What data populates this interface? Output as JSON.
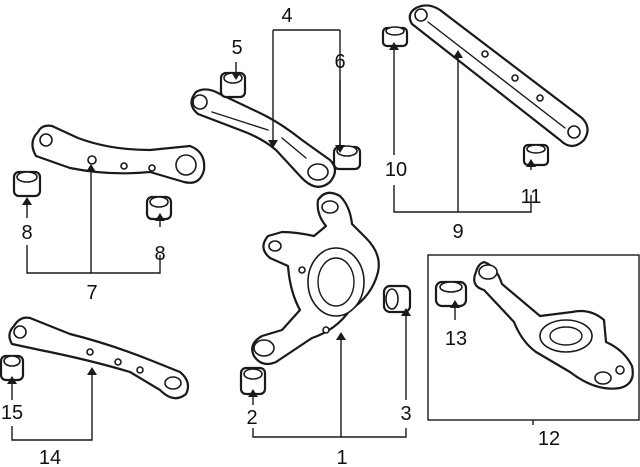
{
  "diagram": {
    "callouts": [
      {
        "id": "c1",
        "label": "1"
      },
      {
        "id": "c2",
        "label": "2"
      },
      {
        "id": "c3",
        "label": "3"
      },
      {
        "id": "c4",
        "label": "4"
      },
      {
        "id": "c5",
        "label": "5"
      },
      {
        "id": "c6",
        "label": "6"
      },
      {
        "id": "c7",
        "label": "7"
      },
      {
        "id": "c8a",
        "label": "8"
      },
      {
        "id": "c8b",
        "label": "8"
      },
      {
        "id": "c9",
        "label": "9"
      },
      {
        "id": "c10",
        "label": "10"
      },
      {
        "id": "c11",
        "label": "11"
      },
      {
        "id": "c12",
        "label": "12"
      },
      {
        "id": "c13",
        "label": "13"
      },
      {
        "id": "c14",
        "label": "14"
      },
      {
        "id": "c15",
        "label": "15"
      }
    ],
    "colors": {
      "line": "#1a1a1a",
      "background": "#ffffff"
    }
  }
}
